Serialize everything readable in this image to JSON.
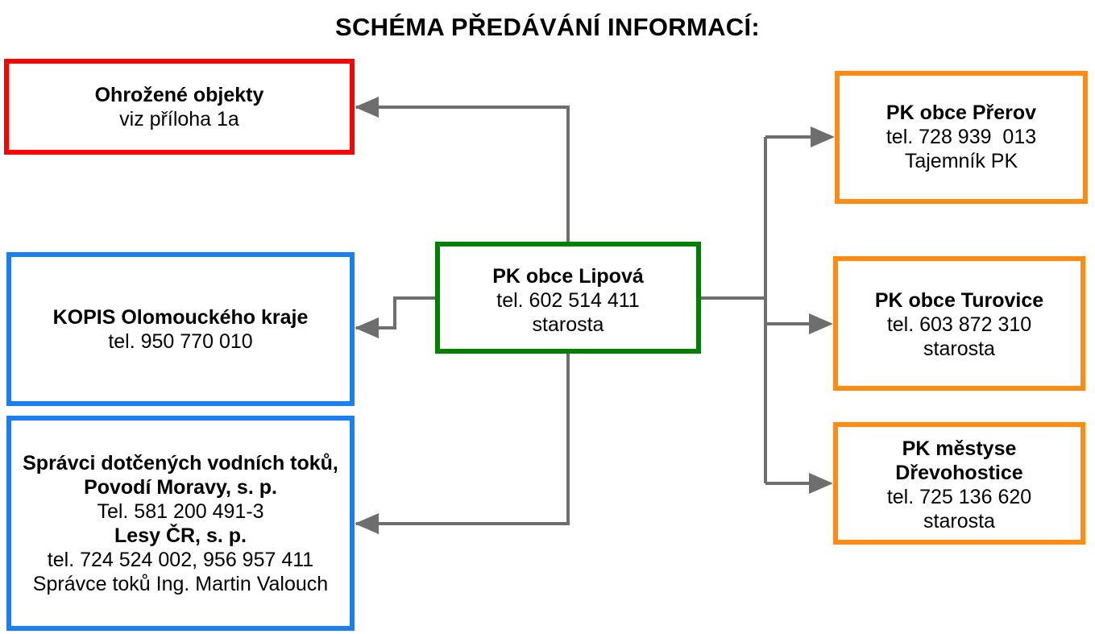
{
  "title": "SCHÉMA PŘEDÁVÁNÍ INFORMACÍ:",
  "colors": {
    "threatened_border": "#ff0000",
    "authority_border": "#1a7fef",
    "center_border": "#008000",
    "municipality_border": "#ff8c12",
    "connector": "#6e6e6e"
  },
  "center": {
    "name": "PK obce Lipová",
    "tel": "tel. 602 514 411",
    "role": "starosta"
  },
  "left": {
    "threatened": {
      "name": "Ohrožené objekty",
      "note": "viz příloha 1a"
    },
    "kopis": {
      "name": "KOPIS Olomouckého kraje",
      "tel": "tel. 950 770 010"
    },
    "managers": {
      "line1": "Správci dotčených vodních toků,",
      "line2": "Povodí Moravy, s. p.",
      "line3": "Tel. 581 200 491-3",
      "line4": "Lesy ČR, s. p.",
      "line5": "tel. 724 524 002, 956 957 411",
      "line6": "Správce toků Ing. Martin Valouch"
    }
  },
  "right": {
    "prerov": {
      "name": "PK obce Přerov",
      "tel": "tel. 728 939  013",
      "role": "Tajemník PK"
    },
    "turovice": {
      "name": "PK obce Turovice",
      "tel": "tel. 603 872 310",
      "role": "starosta"
    },
    "drevohostice": {
      "name_line1": "PK městyse",
      "name_line2": "Dřevohostice",
      "tel": "tel. 725 136 620",
      "role": "starosta"
    }
  }
}
